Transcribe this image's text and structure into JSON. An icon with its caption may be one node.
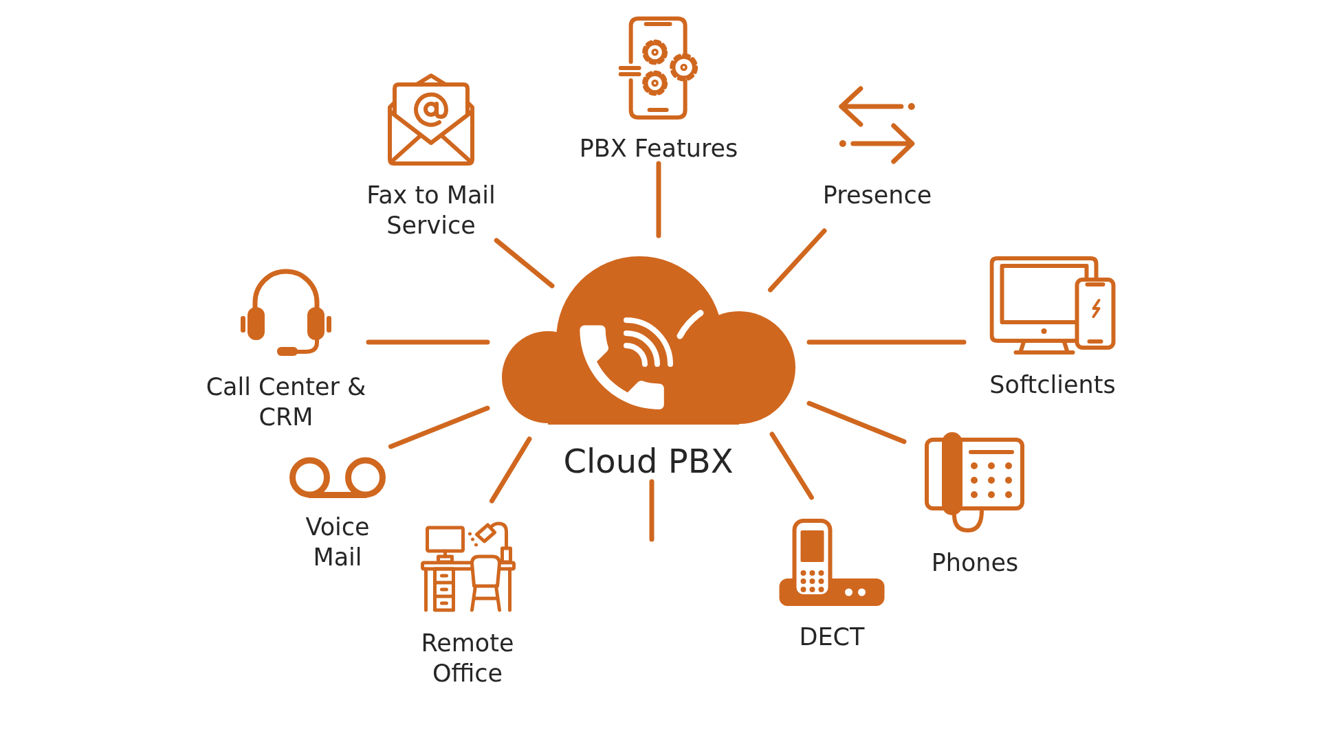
{
  "diagram": {
    "nodes": [
      {
        "text": [
          "Fax to Mail Service"
        ]
      },
      {
        "text": [
          "PBX Features"
        ]
      },
      {
        "text": [
          "Presence"
        ]
      },
      {
        "text": [
          "Call Center & CRM"
        ]
      },
      {
        "text": [
          "Cloud PBX"
        ]
      },
      {
        "text": [
          "Softclients"
        ]
      },
      {
        "text": [
          "Voice Mail"
        ]
      },
      {
        "text": [
          "Phones"
        ]
      },
      {
        "text": [
          "Remote Office"
        ]
      },
      {
        "text": [
          "DECT"
        ]
      }
    ],
    "edges": [
      {
        "from": 4,
        "to": 0,
        "arrow": "none"
      },
      {
        "from": 4,
        "to": 1,
        "arrow": "none"
      },
      {
        "from": 4,
        "to": 2,
        "arrow": "none"
      },
      {
        "from": 4,
        "to": 3,
        "arrow": "none"
      },
      {
        "from": 4,
        "to": 5,
        "arrow": "none"
      },
      {
        "from": 4,
        "to": 6,
        "arrow": "none"
      },
      {
        "from": 4,
        "to": 7,
        "arrow": "none"
      },
      {
        "from": 4,
        "to": 8,
        "arrow": "none"
      },
      {
        "from": 4,
        "to": null,
        "arrow": "none"
      },
      {
        "from": 4,
        "to": 9,
        "arrow": "none"
      }
    ]
  }
}
